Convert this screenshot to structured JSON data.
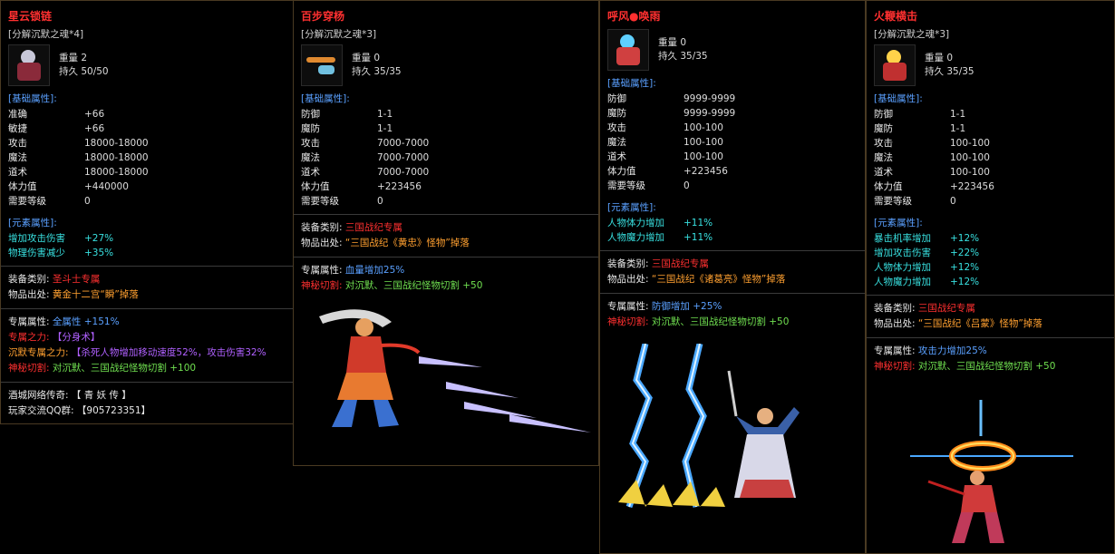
{
  "panels": [
    {
      "name": "星云锁链",
      "decompose": "[分解沉默之魂*4]",
      "weight": "重量 2",
      "durability": "持久 50/50",
      "base_header": "[基础属性]:",
      "base": [
        {
          "k": "准确",
          "v": "+66"
        },
        {
          "k": "敏捷",
          "v": "+66"
        },
        {
          "k": "攻击",
          "v": "18000-18000"
        },
        {
          "k": "魔法",
          "v": "18000-18000"
        },
        {
          "k": "道术",
          "v": "18000-18000"
        },
        {
          "k": "体力值",
          "v": "+440000"
        },
        {
          "k": "需要等级",
          "v": "0"
        }
      ],
      "elem_header": "[元素属性]:",
      "elem": [
        {
          "k": "增加攻击伤害",
          "v": "+27%"
        },
        {
          "k": "物理伤害减少",
          "v": "+35%"
        }
      ],
      "equip_type_label": "装备类别:",
      "equip_type": "圣斗士专属",
      "drop_label": "物品出处:",
      "drop": "黄金十二宫“瞬”掉落",
      "excl_label": "专属属性:",
      "excl_name": "全属性",
      "excl_val": "+151%",
      "power_label": "专属之力:",
      "power": "【分身术】",
      "silent_label": "沉默专属之力:",
      "silent": "【杀死人物增加移动速度52%，攻击伤害32%",
      "cut_label": "神秘切割:",
      "cut": "对沉默、三国战纪怪物切割",
      "cut_val": "+100",
      "legend_label": "酒城网络传奇:",
      "legend": "【 青 妖 传 】",
      "qq_label": "玩家交流QQ群:",
      "qq": "【905723351】"
    },
    {
      "name": "百步穿杨",
      "decompose": "[分解沉默之魂*3]",
      "weight": "重量 0",
      "durability": "持久 35/35",
      "base_header": "[基础属性]:",
      "base": [
        {
          "k": "防御",
          "v": "1-1"
        },
        {
          "k": "魔防",
          "v": "1-1"
        },
        {
          "k": "攻击",
          "v": "7000-7000"
        },
        {
          "k": "魔法",
          "v": "7000-7000"
        },
        {
          "k": "道术",
          "v": "7000-7000"
        },
        {
          "k": "体力值",
          "v": "+223456"
        },
        {
          "k": "需要等级",
          "v": "0"
        }
      ],
      "equip_type_label": "装备类别:",
      "equip_type": "三国战纪专属",
      "drop_label": "物品出处:",
      "drop": "“三国战纪《黄忠》怪物”掉落",
      "excl_label": "专属属性:",
      "excl_name": "血量增加25%",
      "cut_label": "神秘切割:",
      "cut": "对沉默、三国战纪怪物切割",
      "cut_val": "+50"
    },
    {
      "name": "呼风●唤雨",
      "weight": "重量 0",
      "durability": "持久 35/35",
      "base_header": "[基础属性]:",
      "base": [
        {
          "k": "防御",
          "v": "9999-9999"
        },
        {
          "k": "魔防",
          "v": "9999-9999"
        },
        {
          "k": "攻击",
          "v": "100-100"
        },
        {
          "k": "魔法",
          "v": "100-100"
        },
        {
          "k": "道术",
          "v": "100-100"
        },
        {
          "k": "体力值",
          "v": "+223456"
        },
        {
          "k": "需要等级",
          "v": "0"
        }
      ],
      "elem_header": "[元素属性]:",
      "elem": [
        {
          "k": "人物体力增加",
          "v": "+11%"
        },
        {
          "k": "人物魔力增加",
          "v": "+11%"
        }
      ],
      "equip_type_label": "装备类别:",
      "equip_type": "三国战纪专属",
      "drop_label": "物品出处:",
      "drop": "“三国战纪《诸葛亮》怪物”掉落",
      "excl_label": "专属属性:",
      "excl_name": "防御增加",
      "excl_val": "+25%",
      "cut_label": "神秘切割:",
      "cut": "对沉默、三国战纪怪物切割",
      "cut_val": "+50"
    },
    {
      "name": "火鞭横击",
      "decompose": "[分解沉默之魂*3]",
      "weight": "重量 0",
      "durability": "持久 35/35",
      "base_header": "[基础属性]:",
      "base": [
        {
          "k": "防御",
          "v": "1-1"
        },
        {
          "k": "魔防",
          "v": "1-1"
        },
        {
          "k": "攻击",
          "v": "100-100"
        },
        {
          "k": "魔法",
          "v": "100-100"
        },
        {
          "k": "道术",
          "v": "100-100"
        },
        {
          "k": "体力值",
          "v": "+223456"
        },
        {
          "k": "需要等级",
          "v": "0"
        }
      ],
      "elem_header": "[元素属性]:",
      "elem": [
        {
          "k": "暴击机率增加",
          "v": "+12%"
        },
        {
          "k": "增加攻击伤害",
          "v": "+22%"
        },
        {
          "k": "人物体力增加",
          "v": "+12%"
        },
        {
          "k": "人物魔力增加",
          "v": "+12%"
        }
      ],
      "equip_type_label": "装备类别:",
      "equip_type": "三国战纪专属",
      "drop_label": "物品出处:",
      "drop": "“三国战纪《吕蒙》怪物”掉落",
      "excl_label": "专属属性:",
      "excl_name": "攻击力增加25%",
      "cut_label": "神秘切割:",
      "cut": "对沉默、三国战纪怪物切割",
      "cut_val": "+50"
    }
  ]
}
